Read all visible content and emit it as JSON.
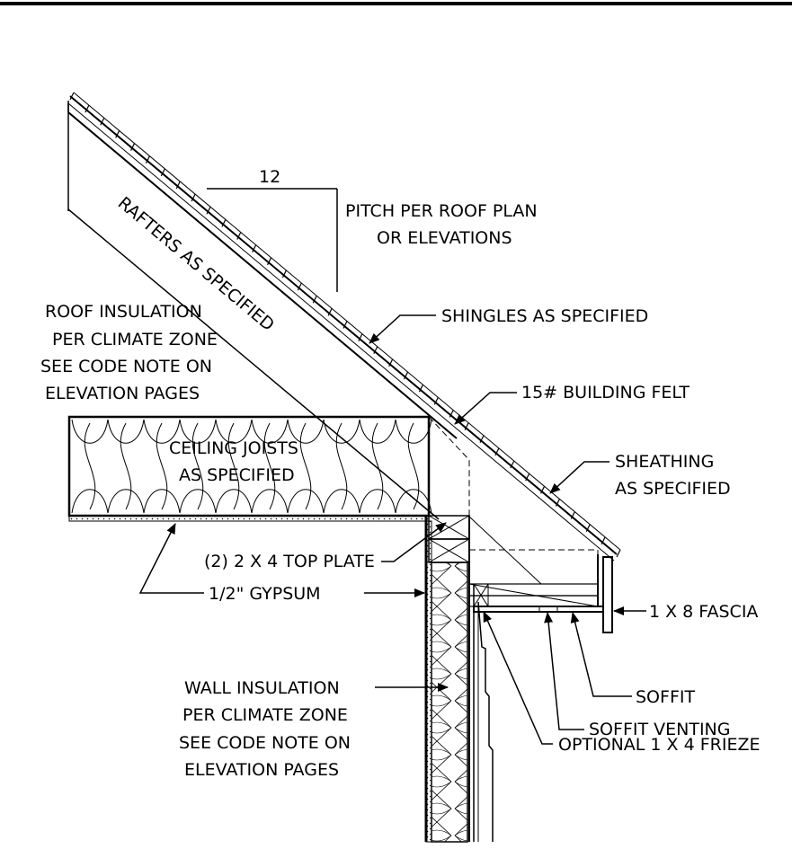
{
  "pitch": {
    "run": "12",
    "note_line1": "PITCH PER ROOF PLAN",
    "note_line2": "OR ELEVATIONS"
  },
  "labels": {
    "rafters": "RAFTERS AS SPECIFIED",
    "roof_insulation": [
      "ROOF INSULATION",
      "PER CLIMATE ZONE",
      "SEE CODE NOTE ON",
      "ELEVATION PAGES"
    ],
    "shingles": "SHINGLES AS SPECIFIED",
    "felt": "15# BUILDING FELT",
    "ceiling_joists": [
      "CEILING JOISTS",
      "AS SPECIFIED"
    ],
    "sheathing": [
      "SHEATHING",
      "AS SPECIFIED"
    ],
    "top_plate": "(2) 2 X 4 TOP PLATE",
    "gypsum": "1/2\" GYPSUM",
    "fascia": "1 X 8 FASCIA",
    "soffit": "SOFFIT",
    "soffit_venting": "SOFFIT VENTING",
    "frieze": "OPTIONAL 1 X 4 FRIEZE",
    "wall_insulation": [
      "WALL INSULATION",
      "PER CLIMATE ZONE",
      "SEE CODE NOTE ON",
      "ELEVATION PAGES"
    ]
  },
  "colors": {
    "line": "#000000",
    "background": "#ffffff"
  }
}
